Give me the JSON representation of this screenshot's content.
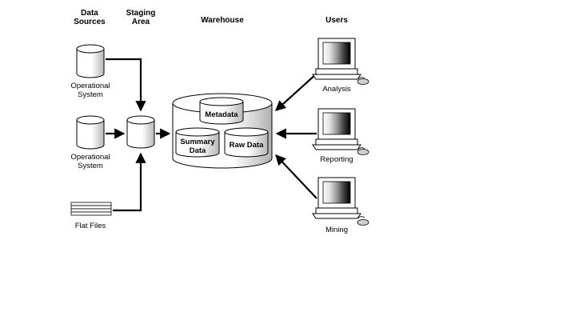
{
  "headers": {
    "data_sources": [
      "Data",
      "Sources"
    ],
    "staging_area": [
      "Staging",
      "Area"
    ],
    "warehouse": "Warehouse",
    "users": "Users"
  },
  "sources": {
    "operational_1": [
      "Operational",
      "System"
    ],
    "operational_2": [
      "Operational",
      "System"
    ],
    "flat_files": "Flat Files"
  },
  "warehouse": {
    "metadata": "Metadata",
    "summary_data": [
      "Summary",
      "Data"
    ],
    "raw_data": "Raw Data"
  },
  "users": {
    "analysis": "Analysis",
    "reporting": "Reporting",
    "mining": "Mining"
  },
  "colors": {
    "line": "#000000",
    "cylinder_shade": "#cfcfcf",
    "monitor_gradient": [
      "#ffffff",
      "#000000"
    ]
  }
}
